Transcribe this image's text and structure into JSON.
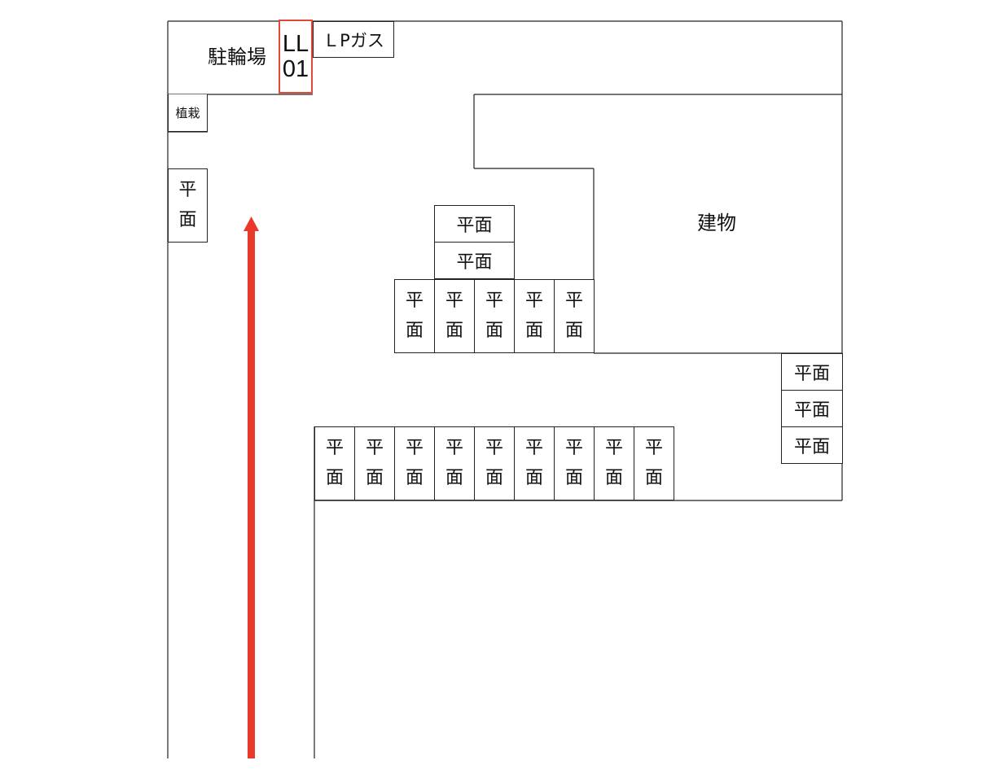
{
  "labels": {
    "bicycle_parking": "駐輪場",
    "lp_gas": "ＬPガス",
    "planting": "植栽",
    "building": "建物",
    "spot_line1": "LL",
    "spot_line2": "01"
  },
  "stall": {
    "horizontal": "平面",
    "vertical_top": "平",
    "vertical_bottom": "面"
  },
  "colors": {
    "line": "#222222",
    "highlight": "#e04a3a",
    "arrow": "#e8392a"
  },
  "direction_arrow": {
    "icon": "up-arrow-icon"
  }
}
